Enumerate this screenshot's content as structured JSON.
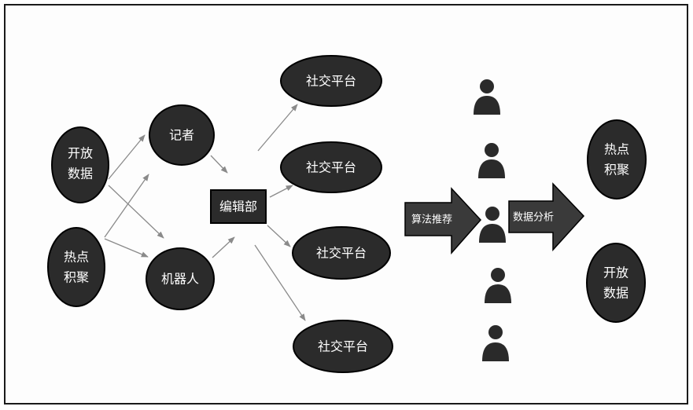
{
  "nodes": {
    "open_data_left": {
      "line1": "开放",
      "line2": "数据"
    },
    "hot_accum_left": {
      "line1": "热点",
      "line2": "积聚"
    },
    "reporter": {
      "label": "记者"
    },
    "robot": {
      "label": "机器人"
    },
    "editorial": {
      "label": "编辑部"
    },
    "social_1": {
      "label": "社交平台"
    },
    "social_2": {
      "label": "社交平台"
    },
    "social_3": {
      "label": "社交平台"
    },
    "social_4": {
      "label": "社交平台"
    },
    "hot_accum_right": {
      "line1": "热点",
      "line2": "积聚"
    },
    "open_data_right": {
      "line1": "开放",
      "line2": "数据"
    }
  },
  "arrows": {
    "algorithm": {
      "label": "算法推荐"
    },
    "analysis": {
      "label": "数据分析"
    }
  },
  "colors": {
    "node_fill": "#2b2b2b",
    "node_stroke": "#000000",
    "arrow_fill": "#3a3a3a",
    "line": "#8a8a8a",
    "user_icon": "#2a2a2a"
  },
  "icons": [
    "user-icon",
    "user-icon",
    "user-icon",
    "user-icon",
    "user-icon"
  ]
}
